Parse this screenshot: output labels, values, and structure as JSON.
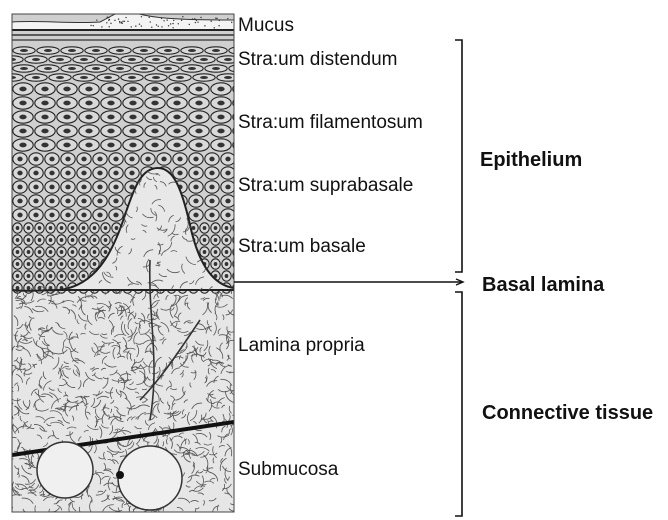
{
  "layers": {
    "mucus": "Mucus",
    "distendum": "Stra:um distendum",
    "filamentosum": "Stra:um filamentosum",
    "suprabasale": "Stra:um suprabasale",
    "basale": "Stra:um basale",
    "lamina_propria": "Lamina propria",
    "submucosa": "Submucosa"
  },
  "groups": {
    "epithelium": "Epithelium",
    "basal_lamina": "Basal lamina",
    "connective": "Connective tissue"
  }
}
